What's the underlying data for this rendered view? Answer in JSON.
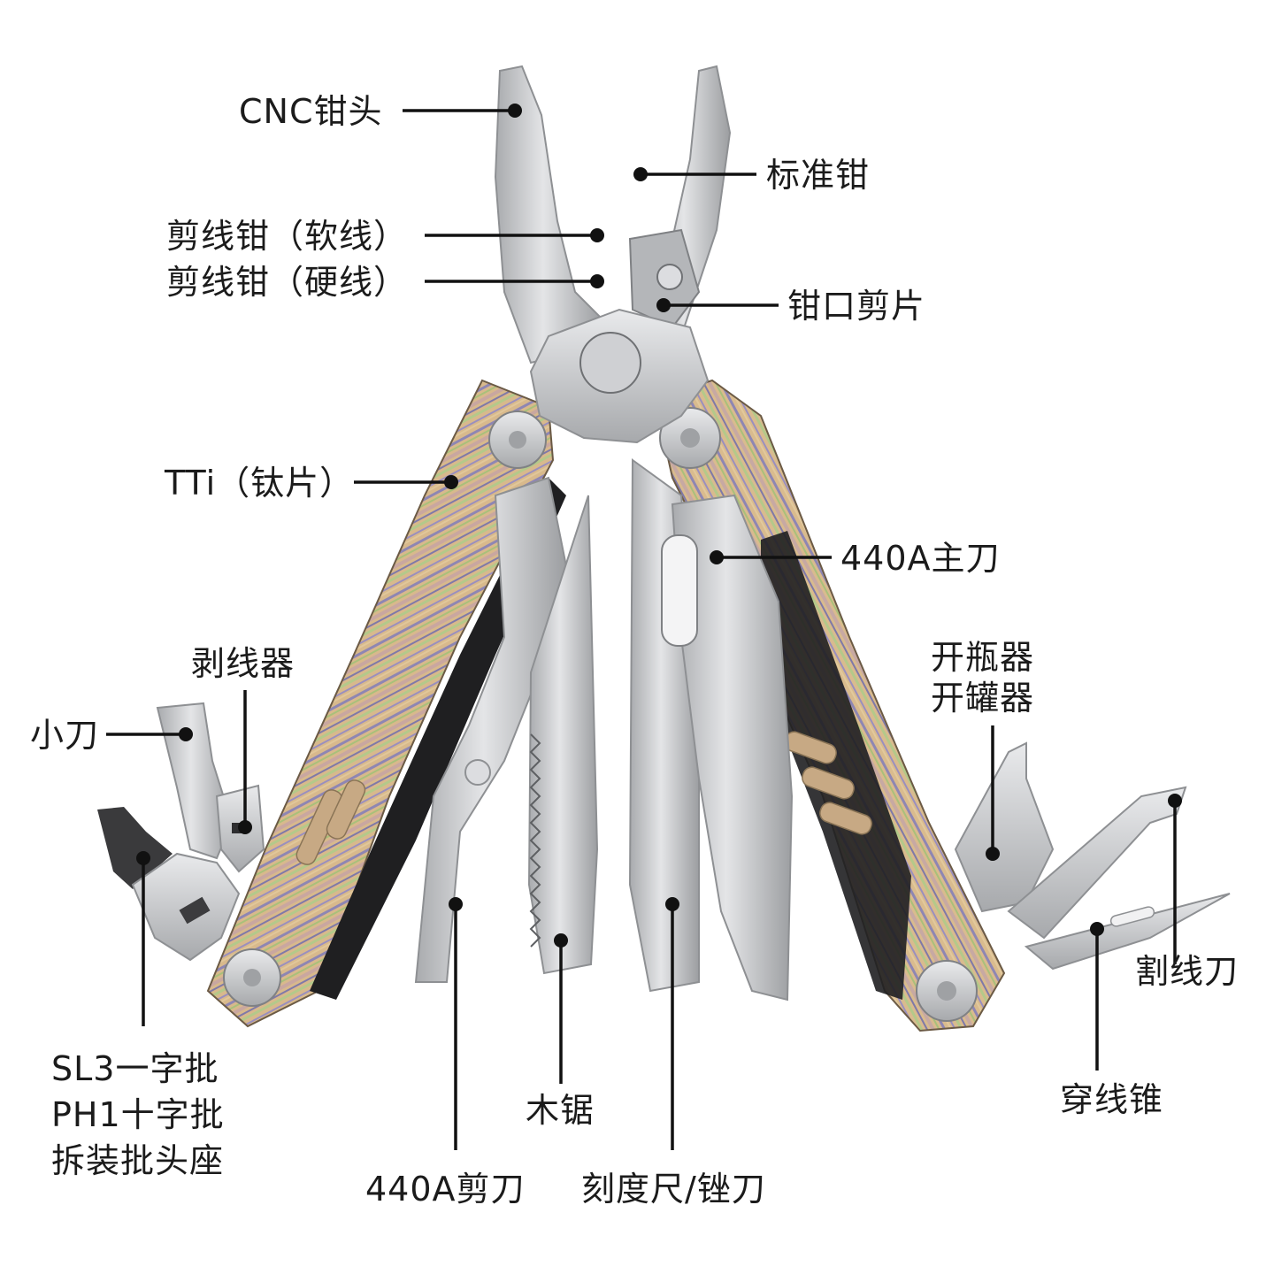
{
  "labels": {
    "cnc_head": "CNC钳头",
    "standard_pliers": "标准钳",
    "wire_cutter_soft": "剪线钳（软线）",
    "wire_cutter_hard": "剪线钳（硬线）",
    "cutter_insert": "钳口剪片",
    "tti_plate": "TTi（钛片）",
    "main_blade": "440A主刀",
    "wire_stripper": "剥线器",
    "small_knife": "小刀",
    "bottle_opener": "开瓶器",
    "can_opener": "开罐器",
    "wire_cutter_blade": "割线刀",
    "awl": "穿线锥",
    "bit_sl3": "SL3一字批",
    "bit_ph1": "PH1十字批",
    "bit_holder": "拆装批头座",
    "scissors": "440A剪刀",
    "wood_saw": "木锯",
    "ruler_file": "刻度尺/锉刀"
  },
  "colors": {
    "steel": "#c9cacc",
    "steel_dark": "#8e9093",
    "handle_base": "#d8b98c",
    "stripe_purple": "#8e86b3",
    "stripe_green": "#a9c07a",
    "leader": "#111111"
  }
}
